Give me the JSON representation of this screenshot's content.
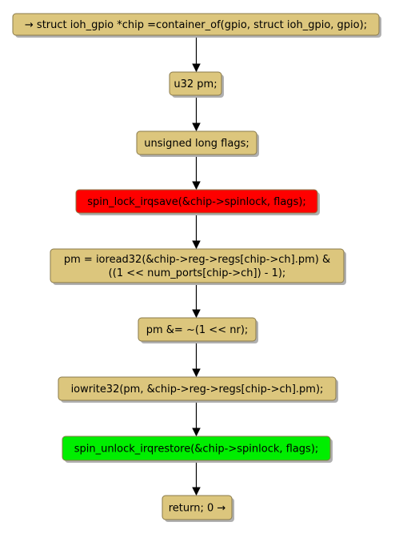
{
  "colors": {
    "default_fill": "#dcc67d",
    "lock_fill": "#ff0000",
    "unlock_fill": "#00ee00",
    "border": "#8a7a4a",
    "shadow": "#b0b0b0",
    "edge": "#000000"
  },
  "nodes": [
    {
      "id": "n1",
      "lines": [
        "→ struct ioh_gpio *chip =container_of(gpio, struct ioh_gpio, gpio);"
      ],
      "fill_role": "default"
    },
    {
      "id": "n2",
      "lines": [
        "u32 pm;"
      ],
      "fill_role": "default"
    },
    {
      "id": "n3",
      "lines": [
        "unsigned long flags;"
      ],
      "fill_role": "default"
    },
    {
      "id": "n4",
      "lines": [
        "spin_lock_irqsave(&chip->spinlock, flags);"
      ],
      "fill_role": "lock"
    },
    {
      "id": "n5",
      "lines": [
        "pm = ioread32(&chip->reg->regs[chip->ch].pm) &",
        "((1 << num_ports[chip->ch]) - 1);"
      ],
      "fill_role": "default"
    },
    {
      "id": "n6",
      "lines": [
        "pm &= ~(1 << nr);"
      ],
      "fill_role": "default"
    },
    {
      "id": "n7",
      "lines": [
        "iowrite32(pm, &chip->reg->regs[chip->ch].pm);"
      ],
      "fill_role": "default"
    },
    {
      "id": "n8",
      "lines": [
        "spin_unlock_irqrestore(&chip->spinlock, flags);"
      ],
      "fill_role": "unlock"
    },
    {
      "id": "n9",
      "lines": [
        "return; 0 →"
      ],
      "fill_role": "default"
    }
  ],
  "edges": [
    {
      "from": "n1",
      "to": "n2"
    },
    {
      "from": "n2",
      "to": "n3"
    },
    {
      "from": "n3",
      "to": "n4"
    },
    {
      "from": "n4",
      "to": "n5"
    },
    {
      "from": "n5",
      "to": "n6"
    },
    {
      "from": "n6",
      "to": "n7"
    },
    {
      "from": "n7",
      "to": "n8"
    },
    {
      "from": "n8",
      "to": "n9"
    }
  ]
}
